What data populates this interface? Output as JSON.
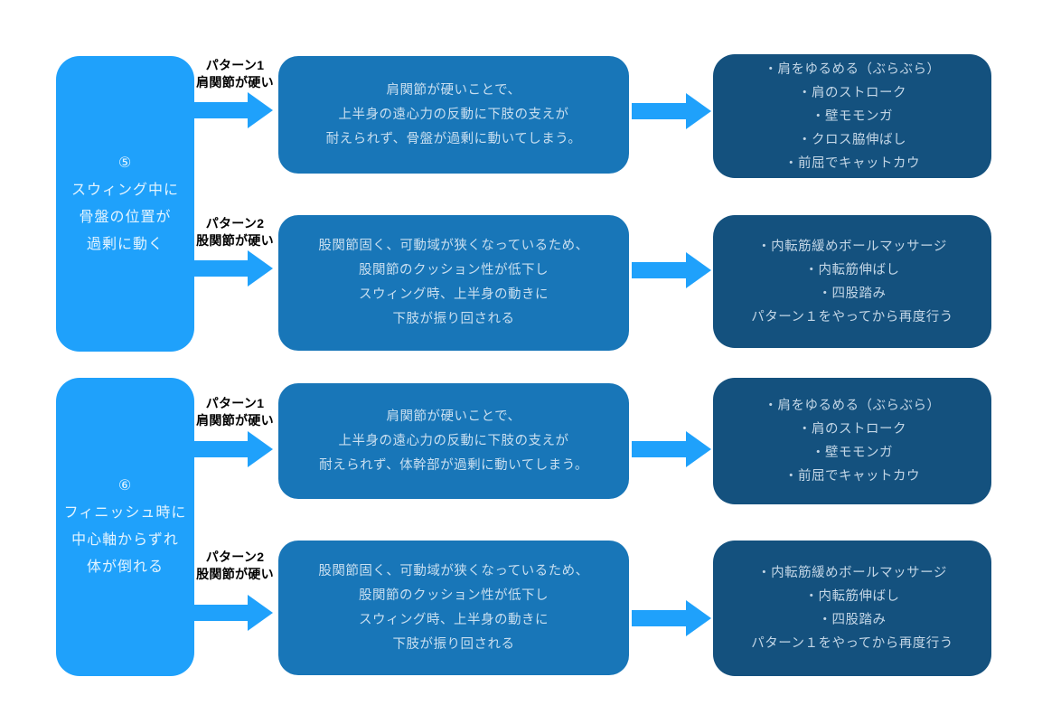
{
  "colors": {
    "left_box": "#1FA1FB",
    "middle_box": "#1876B8",
    "right_box": "#14517E",
    "arrow": "#1FA1FB",
    "cause_text": "#E3F4FF",
    "mechanism_text": "#C9DFF0",
    "remedy_text": "#C3D6E6",
    "label_text": "#000000",
    "background": "#FFFFFF"
  },
  "diagram": {
    "sections": [
      {
        "number": "⑤",
        "cause_lines": [
          "⑤",
          "スウィング中に",
          "骨盤の位置が",
          "過剰に動く"
        ],
        "patterns": [
          {
            "label_lines": [
              "パターン1",
              "肩関節が硬い"
            ],
            "mechanism_lines": [
              "肩関節が硬いことで、",
              "上半身の遠心力の反動に下肢の支えが",
              "耐えられず、骨盤が過剰に動いてしまう。"
            ],
            "remedy_lines": [
              "・肩をゆるめる（ぶらぶら）",
              "・肩のストローク",
              "・壁モモンガ",
              "・クロス脇伸ばし",
              "・前屈でキャットカウ"
            ]
          },
          {
            "label_lines": [
              "パターン2",
              "股関節が硬い"
            ],
            "mechanism_lines": [
              "股関節固く、可動域が狭くなっているため、",
              "股関節のクッション性が低下し",
              "スウィング時、上半身の動きに",
              "下肢が振り回される"
            ],
            "remedy_lines": [
              "・内転筋緩めボールマッサージ",
              "・内転筋伸ばし",
              "・四股踏み",
              "パターン１をやってから再度行う"
            ]
          }
        ]
      },
      {
        "number": "⑥",
        "cause_lines": [
          "⑥",
          "フィニッシュ時に",
          "中心軸からずれ",
          "体が倒れる"
        ],
        "patterns": [
          {
            "label_lines": [
              "パターン1",
              "肩関節が硬い"
            ],
            "mechanism_lines": [
              "肩関節が硬いことで、",
              "上半身の遠心力の反動に下肢の支えが",
              "耐えられず、体幹部が過剰に動いてしまう。"
            ],
            "remedy_lines": [
              "・肩をゆるめる（ぶらぶら）",
              "・肩のストローク",
              "・壁モモンガ",
              "・前屈でキャットカウ"
            ]
          },
          {
            "label_lines": [
              "パターン2",
              "股関節が硬い"
            ],
            "mechanism_lines": [
              "股関節固く、可動域が狭くなっているため、",
              "股関節のクッション性が低下し",
              "スウィング時、上半身の動きに",
              "下肢が振り回される"
            ],
            "remedy_lines": [
              "・内転筋緩めボールマッサージ",
              "・内転筋伸ばし",
              "・四股踏み",
              "パターン１をやってから再度行う"
            ]
          }
        ]
      }
    ]
  }
}
